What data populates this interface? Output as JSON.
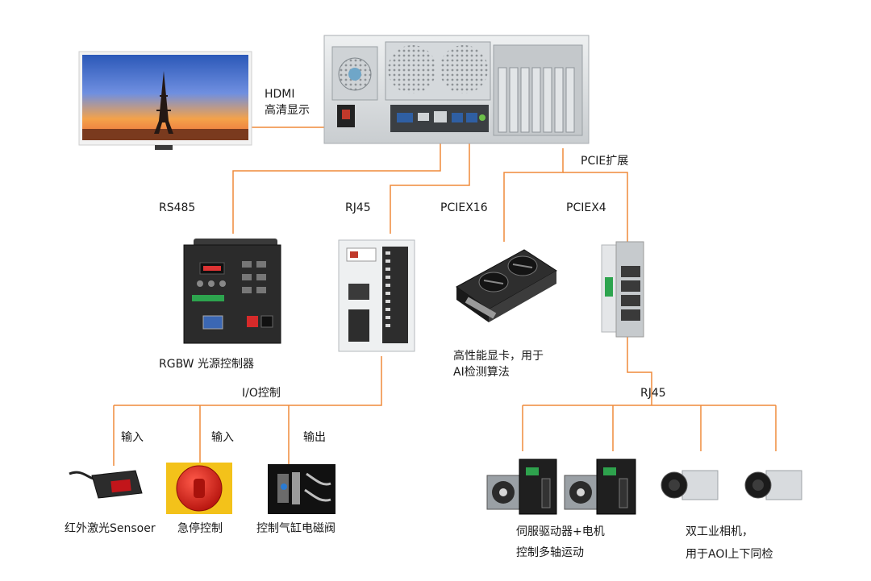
{
  "colors": {
    "line": "#ef8a3a",
    "device_dark": "#2b2b2b",
    "chassis": "#d9dcde"
  },
  "labels": {
    "hdmi_line1": "HDMI",
    "hdmi_line2": "高清显示",
    "pcie_expand": "PCIE扩展",
    "rs485": "RS485",
    "rj45_left": "RJ45",
    "pciex16": "PCIEX16",
    "pciex4": "PCIEX4",
    "io_control": "I/O控制",
    "rj45_right": "RJ45",
    "input_1": "输入",
    "input_2": "输入",
    "output_1": "输出"
  },
  "devices": {
    "light_controller": "RGBW 光源控制器",
    "gpu_line1": "高性能显卡，用于",
    "gpu_line2": "AI检测算法",
    "laser_sensor": "红外激光Sensoer",
    "estop": "急停控制",
    "valve": "控制气缸电磁阀",
    "servo_line1": "伺服驱动器+电机",
    "servo_line2": "控制多轴运动",
    "camera_line1": "双工业相机，",
    "camera_line2": "用于AOI上下同检"
  },
  "icons": {
    "monitor": "monitor-icon",
    "ipc": "industrial-pc-icon",
    "light": "light-controller-icon",
    "plc": "plc-icon",
    "gpu": "graphics-card-icon",
    "nic": "network-card-icon",
    "laser": "laser-sensor-icon",
    "estop": "emergency-stop-icon",
    "valve": "solenoid-valve-icon",
    "servo": "servo-drive-icon",
    "camera": "industrial-camera-icon"
  }
}
